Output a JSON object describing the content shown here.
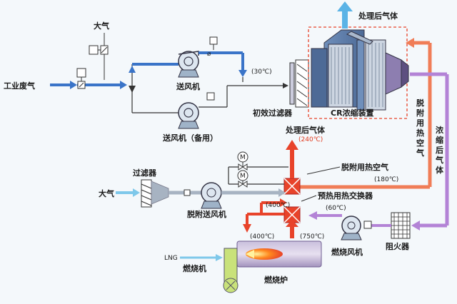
{
  "labels": {
    "industrial_waste_gas": "工业废气",
    "atmosphere_top": "大气",
    "supply_fan": "送风机",
    "supply_fan_standby": "送风机（备用）",
    "primary_filter": "初效过滤器",
    "cr_concentrator": "CR浓缩装置",
    "treated_gas_top": "处理后气体",
    "treated_gas_mid": "处理后气体",
    "desorption_hot_air_vertical": "脱附用热空气",
    "concentrated_gas_vertical": "浓缩后气体",
    "desorption_hot_air": "脱附用热空气",
    "filter": "过滤器",
    "atmosphere_left": "大气",
    "desorption_fan": "脱附送风机",
    "preheat_exchanger": "预热用热交换器",
    "burner_fan": "燃烧风机",
    "flame_arrester": "阻火器",
    "lng": "LNG",
    "burner": "燃烧机",
    "furnace": "燃烧炉"
  },
  "temps": {
    "t30": "(30℃)",
    "t240": "(240℃)",
    "t180": "(180℃)",
    "t400a": "(400℃)",
    "t60": "(60℃)",
    "t400b": "(400℃)",
    "t750": "(750℃)"
  },
  "motor_symbol": "M",
  "colors": {
    "waste_gas_blue": "#3a74c8",
    "air_light_blue": "#7ec8ea",
    "hot_red": "#e8432a",
    "warm_orange": "#f07d57",
    "concentrated_purple": "#b383d6",
    "grey_mix": "#a7b3c2",
    "equipment_blue": "#5f7ea9",
    "furnace_purple": "#b6a6cc"
  }
}
